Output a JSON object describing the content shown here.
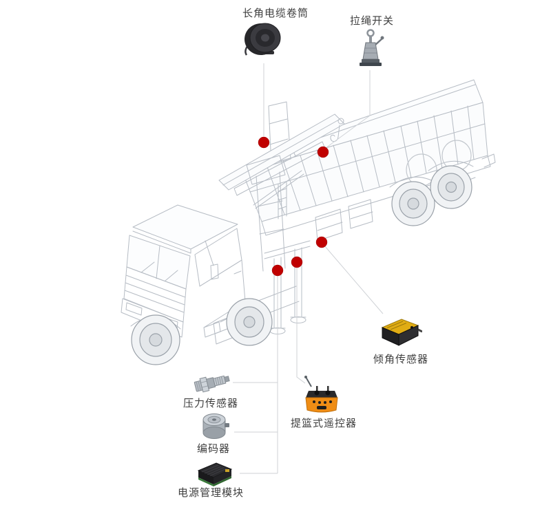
{
  "colors": {
    "background": "#ffffff",
    "marker": "#c00000",
    "connector": "#cfd2d6",
    "wireframe": "#b6bcc4",
    "label": "#3f3f3f"
  },
  "components": [
    {
      "id": "cable-reel",
      "label": "长角电缆卷筒"
    },
    {
      "id": "pull-rope-switch",
      "label": "拉绳开关"
    },
    {
      "id": "tilt-sensor",
      "label": "倾角传感器"
    },
    {
      "id": "pressure-sensor",
      "label": "压力传感器"
    },
    {
      "id": "basket-remote",
      "label": "提篮式遥控器"
    },
    {
      "id": "encoder",
      "label": "编码器"
    },
    {
      "id": "power-module",
      "label": "电源管理模块"
    }
  ]
}
